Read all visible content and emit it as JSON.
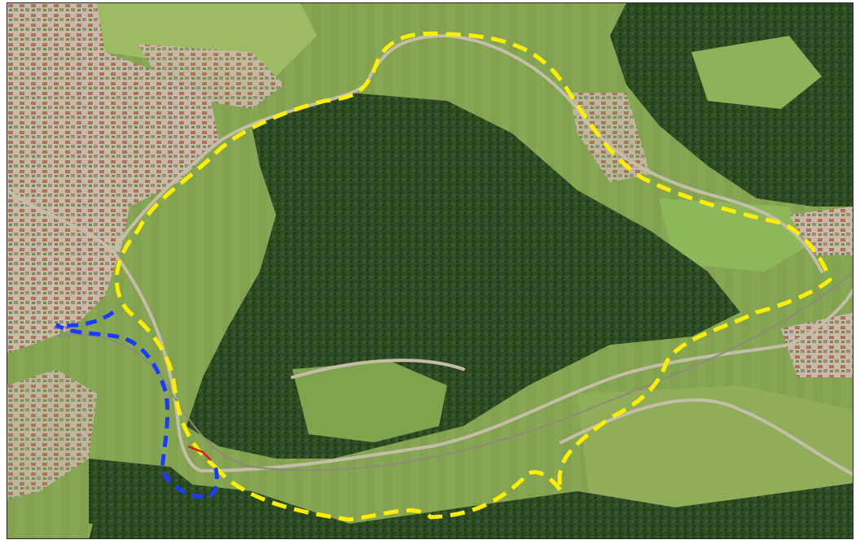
{
  "map": {
    "kind": "aerial-photo",
    "colors": {
      "forest_dark": "#2c4a22",
      "forest_mid": "#3e5e2c",
      "meadow": "#7fa24e",
      "meadow_light": "#9cb765",
      "town_roofs": "#b89a86",
      "town_bg": "#c9bfb0",
      "road": "#b8b29e",
      "route_yellow": "#ffee00",
      "route_blue": "#1a3cff",
      "route_red": "#e0141e"
    },
    "routes": [
      {
        "id": "loop-yellow",
        "color": "#ffee00",
        "style": "dashed"
      },
      {
        "id": "loop-blue",
        "color": "#1a3cff",
        "style": "dashed"
      },
      {
        "id": "link-red",
        "color": "#e0141e",
        "style": "solid"
      }
    ]
  }
}
